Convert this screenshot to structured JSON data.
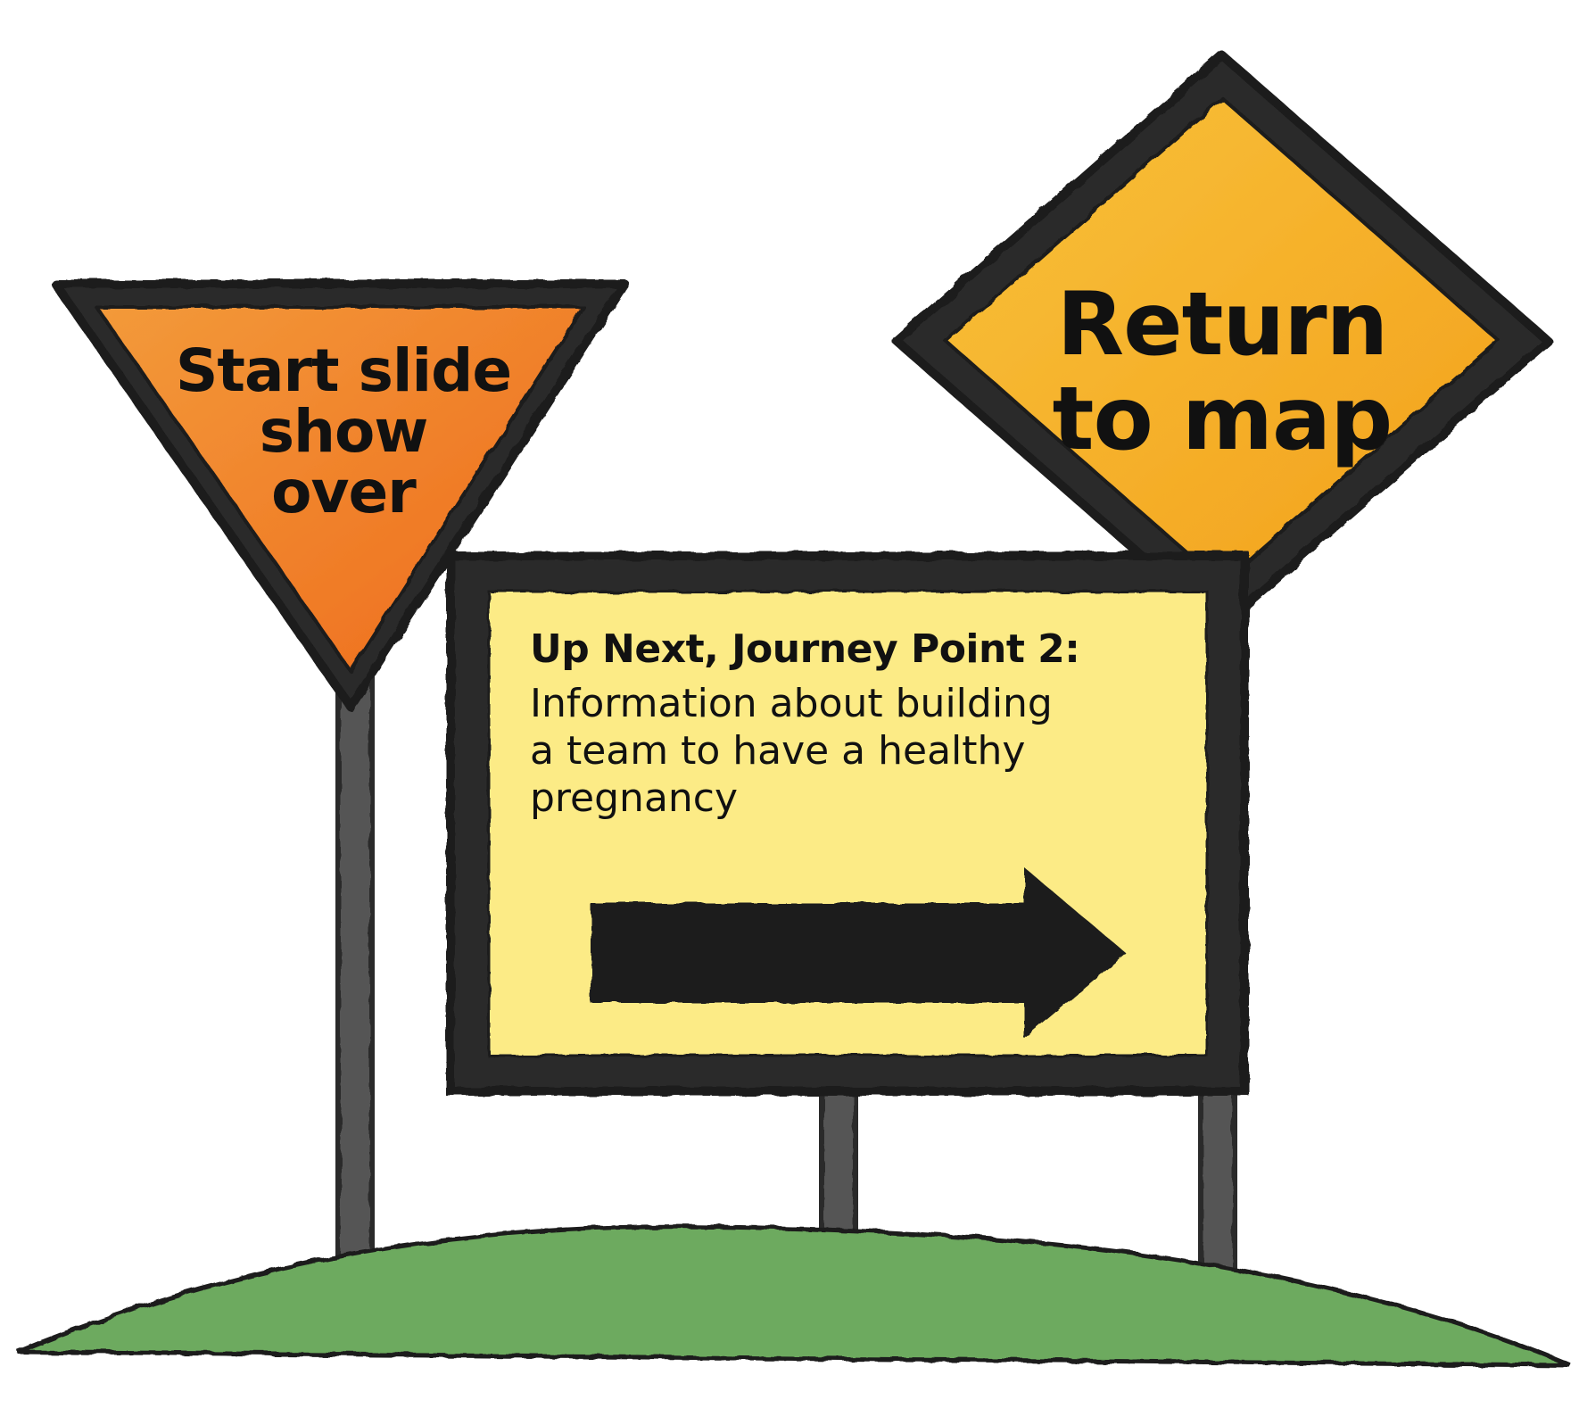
{
  "signs": {
    "yield_sign": {
      "lines": [
        "Start slide",
        "show",
        "over"
      ],
      "color": "#F07A25"
    },
    "diamond_sign": {
      "lines": [
        "Return",
        "to map"
      ],
      "color": "#F6B323"
    },
    "board": {
      "heading": "Up Next, Journey Point 2:",
      "body_lines": [
        "Information about building",
        "a team to have a healthy",
        "pregnancy"
      ],
      "color": "#FCEB86"
    }
  },
  "colors": {
    "frame": "#2B2B2B",
    "post": "#555555",
    "grass": "#6DAA5E",
    "arrow": "#1C1C1C"
  }
}
